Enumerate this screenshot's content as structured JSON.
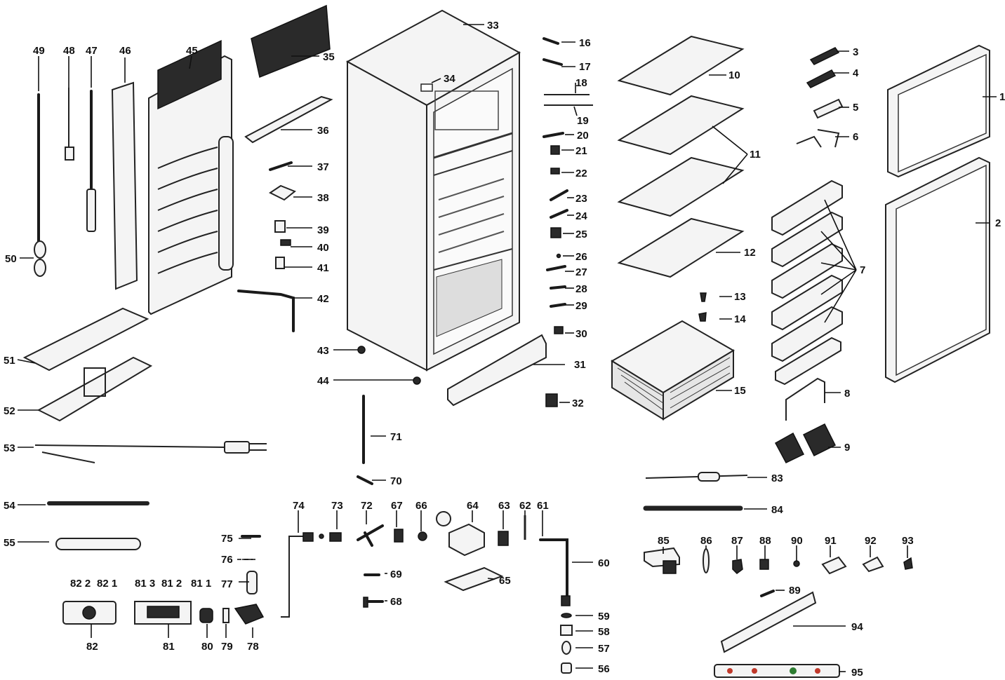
{
  "diagram": {
    "callouts": [
      {
        "n": "1",
        "t": "1"
      },
      {
        "n": "2",
        "t": "2"
      },
      {
        "n": "3",
        "t": "3"
      },
      {
        "n": "4",
        "t": "4"
      },
      {
        "n": "5",
        "t": "5"
      },
      {
        "n": "6",
        "t": "6"
      },
      {
        "n": "7",
        "t": "7"
      },
      {
        "n": "8",
        "t": "8"
      },
      {
        "n": "9",
        "t": "9"
      },
      {
        "n": "10",
        "t": "10"
      },
      {
        "n": "11",
        "t": "11"
      },
      {
        "n": "12",
        "t": "12"
      },
      {
        "n": "13",
        "t": "13"
      },
      {
        "n": "14",
        "t": "14"
      },
      {
        "n": "15",
        "t": "15"
      },
      {
        "n": "16",
        "t": "16"
      },
      {
        "n": "17",
        "t": "17"
      },
      {
        "n": "18",
        "t": "18"
      },
      {
        "n": "19",
        "t": "19"
      },
      {
        "n": "20",
        "t": "20"
      },
      {
        "n": "21",
        "t": "21"
      },
      {
        "n": "22",
        "t": "22"
      },
      {
        "n": "23",
        "t": "23"
      },
      {
        "n": "24",
        "t": "24"
      },
      {
        "n": "25",
        "t": "25"
      },
      {
        "n": "26",
        "t": "26"
      },
      {
        "n": "27",
        "t": "27"
      },
      {
        "n": "28",
        "t": "28"
      },
      {
        "n": "29",
        "t": "29"
      },
      {
        "n": "30",
        "t": "30"
      },
      {
        "n": "31",
        "t": "31"
      },
      {
        "n": "32",
        "t": "32"
      },
      {
        "n": "33",
        "t": "33"
      },
      {
        "n": "34",
        "t": "34"
      },
      {
        "n": "35",
        "t": "35"
      },
      {
        "n": "36",
        "t": "36"
      },
      {
        "n": "37",
        "t": "37"
      },
      {
        "n": "38",
        "t": "38"
      },
      {
        "n": "39",
        "t": "39"
      },
      {
        "n": "40",
        "t": "40"
      },
      {
        "n": "41",
        "t": "41"
      },
      {
        "n": "42",
        "t": "42"
      },
      {
        "n": "43",
        "t": "43"
      },
      {
        "n": "44",
        "t": "44"
      },
      {
        "n": "45",
        "t": "45"
      },
      {
        "n": "46",
        "t": "46"
      },
      {
        "n": "47",
        "t": "47"
      },
      {
        "n": "48",
        "t": "48"
      },
      {
        "n": "49",
        "t": "49"
      },
      {
        "n": "50",
        "t": "50"
      },
      {
        "n": "51",
        "t": "51"
      },
      {
        "n": "52",
        "t": "52"
      },
      {
        "n": "53",
        "t": "53"
      },
      {
        "n": "54",
        "t": "54"
      },
      {
        "n": "55",
        "t": "55"
      },
      {
        "n": "56",
        "t": "56"
      },
      {
        "n": "57",
        "t": "57"
      },
      {
        "n": "58",
        "t": "58"
      },
      {
        "n": "59",
        "t": "59"
      },
      {
        "n": "60",
        "t": "60"
      },
      {
        "n": "61",
        "t": "61"
      },
      {
        "n": "62",
        "t": "62"
      },
      {
        "n": "63",
        "t": "63"
      },
      {
        "n": "64",
        "t": "64"
      },
      {
        "n": "65",
        "t": "65"
      },
      {
        "n": "66",
        "t": "66"
      },
      {
        "n": "67",
        "t": "67"
      },
      {
        "n": "68",
        "t": "68"
      },
      {
        "n": "69",
        "t": "69"
      },
      {
        "n": "70",
        "t": "70"
      },
      {
        "n": "71",
        "t": "71"
      },
      {
        "n": "72",
        "t": "72"
      },
      {
        "n": "73",
        "t": "73"
      },
      {
        "n": "74",
        "t": "74"
      },
      {
        "n": "75",
        "t": "75"
      },
      {
        "n": "76",
        "t": "76"
      },
      {
        "n": "77",
        "t": "77"
      },
      {
        "n": "78",
        "t": "78"
      },
      {
        "n": "79",
        "t": "79"
      },
      {
        "n": "80",
        "t": "80"
      },
      {
        "n": "81",
        "t": "81"
      },
      {
        "n": "811",
        "t": "81 1"
      },
      {
        "n": "812",
        "t": "81 2"
      },
      {
        "n": "813",
        "t": "81 3"
      },
      {
        "n": "82",
        "t": "82"
      },
      {
        "n": "821",
        "t": "82 1"
      },
      {
        "n": "822",
        "t": "82 2"
      },
      {
        "n": "83",
        "t": "83"
      },
      {
        "n": "84",
        "t": "84"
      },
      {
        "n": "85",
        "t": "85"
      },
      {
        "n": "86",
        "t": "86"
      },
      {
        "n": "87",
        "t": "87"
      },
      {
        "n": "88",
        "t": "88"
      },
      {
        "n": "89",
        "t": "89"
      },
      {
        "n": "90",
        "t": "90"
      },
      {
        "n": "91",
        "t": "91"
      },
      {
        "n": "92",
        "t": "92"
      },
      {
        "n": "93",
        "t": "93"
      },
      {
        "n": "94",
        "t": "94"
      },
      {
        "n": "95",
        "t": "95"
      }
    ]
  }
}
